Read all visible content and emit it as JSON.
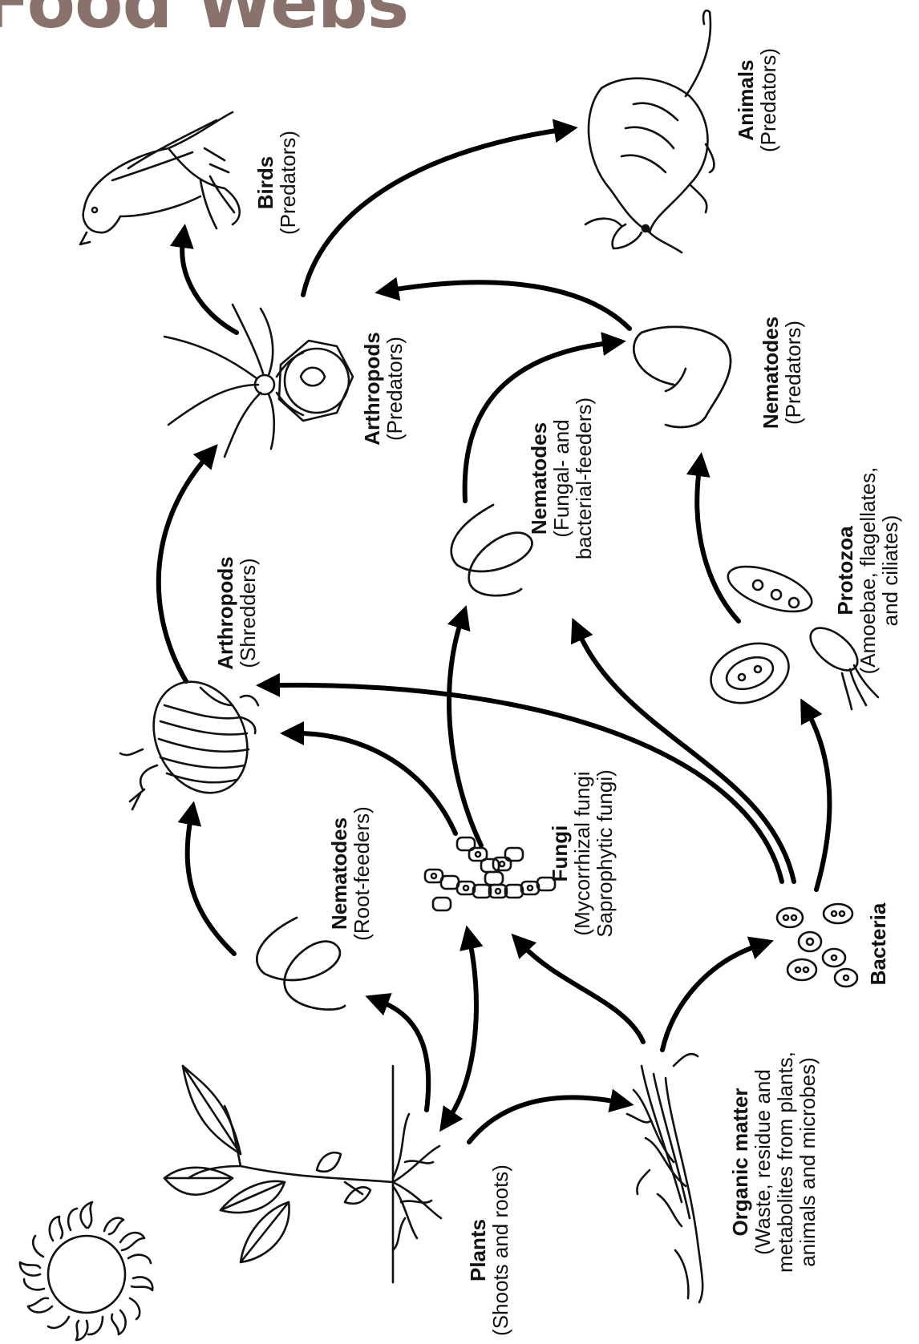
{
  "title": "Food Webs",
  "title_color": "#8a726c",
  "nodes": {
    "plants": {
      "name": "Plants",
      "lines": [
        "(Shoots and roots)"
      ]
    },
    "organic_matter": {
      "name": "Organic matter",
      "lines": [
        "(Waste, residue and",
        "metabolites from plants,",
        "animals and microbes)"
      ]
    },
    "nematodes_root": {
      "name": "Nematodes",
      "lines": [
        "(Root-feeders)"
      ]
    },
    "fungi": {
      "name": "Fungi",
      "lines": [
        "(Mycorrhizal fungi",
        "Saprophytic fungi)"
      ]
    },
    "bacteria": {
      "name": "Bacteria",
      "lines": []
    },
    "arthropods_shredders": {
      "name": "Arthropods",
      "lines": [
        "(Shredders)"
      ]
    },
    "nematodes_fungal": {
      "name": "Nematodes",
      "lines": [
        "(Fungal- and",
        "bacterial-feeders)"
      ]
    },
    "protozoa": {
      "name": "Protozoa",
      "lines": [
        "(Amoebae, flagellates,",
        "and ciliates)"
      ]
    },
    "arthropods_predators": {
      "name": "Arthropods",
      "lines": [
        "(Predators)"
      ]
    },
    "nematodes_predators": {
      "name": "Nematodes",
      "lines": [
        "(Predators)"
      ]
    },
    "birds": {
      "name": "Birds",
      "lines": [
        "(Predators)"
      ]
    },
    "animals": {
      "name": "Animals",
      "lines": [
        "(Predators)"
      ]
    }
  },
  "edges": [
    {
      "from": "plants",
      "to": "organic_matter"
    },
    {
      "from": "plants",
      "to": "nematodes_root"
    },
    {
      "from": "plants",
      "to": "fungi",
      "bidirectional": true
    },
    {
      "from": "organic_matter",
      "to": "fungi"
    },
    {
      "from": "organic_matter",
      "to": "bacteria"
    },
    {
      "from": "nematodes_root",
      "to": "arthropods_shredders"
    },
    {
      "from": "fungi",
      "to": "arthropods_shredders"
    },
    {
      "from": "fungi",
      "to": "nematodes_fungal"
    },
    {
      "from": "bacteria",
      "to": "arthropods_shredders"
    },
    {
      "from": "bacteria",
      "to": "nematodes_fungal"
    },
    {
      "from": "bacteria",
      "to": "protozoa"
    },
    {
      "from": "arthropods_shredders",
      "to": "arthropods_predators"
    },
    {
      "from": "nematodes_fungal",
      "to": "nematodes_predators"
    },
    {
      "from": "protozoa",
      "to": "nematodes_predators"
    },
    {
      "from": "nematodes_predators",
      "to": "arthropods_predators"
    },
    {
      "from": "arthropods_predators",
      "to": "birds"
    },
    {
      "from": "arthropods_predators",
      "to": "animals"
    }
  ]
}
